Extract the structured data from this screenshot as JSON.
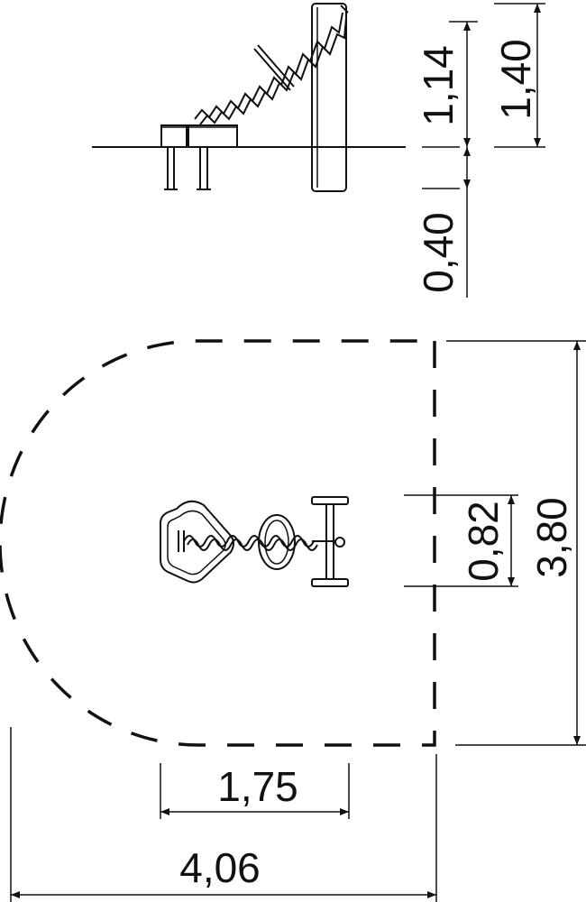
{
  "dimensions": {
    "side_height_above": "1,14",
    "side_total_height": "1,40",
    "side_depth_below": "0,40",
    "plan_width_small": "0,82",
    "plan_height_area": "3,80",
    "plan_length_item": "1,75",
    "plan_length_area": "4,06"
  }
}
